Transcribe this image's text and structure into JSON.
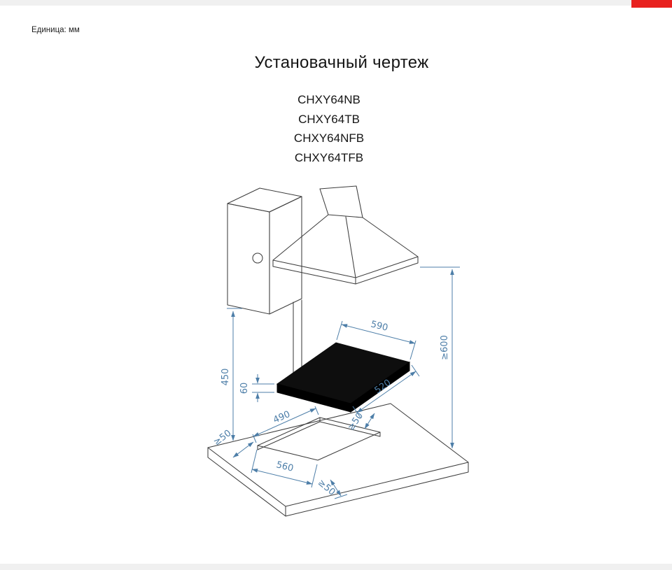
{
  "page": {
    "unit_label": "Единица: мм",
    "title": "Установачный чертеж",
    "models": [
      "CHXY64NB",
      "CHXY64TB",
      "CHXY64NFB",
      "CHXY64TFB"
    ]
  },
  "drawing": {
    "dims": {
      "hob_width": "590",
      "hob_depth": "520",
      "hob_height": "60",
      "cabinet_to_counter": "450",
      "hood_clearance": "≥600",
      "cutout_depth": "490",
      "cutout_width": "560",
      "clearance_left": "≥50",
      "clearance_rear": "≥50",
      "clearance_front": "≥50"
    }
  },
  "colors": {
    "accent_red": "#e8211f",
    "dimension_blue": "#4d7ea8",
    "line_gray": "#3d3d3d",
    "hob_black": "#0e0e0e"
  }
}
